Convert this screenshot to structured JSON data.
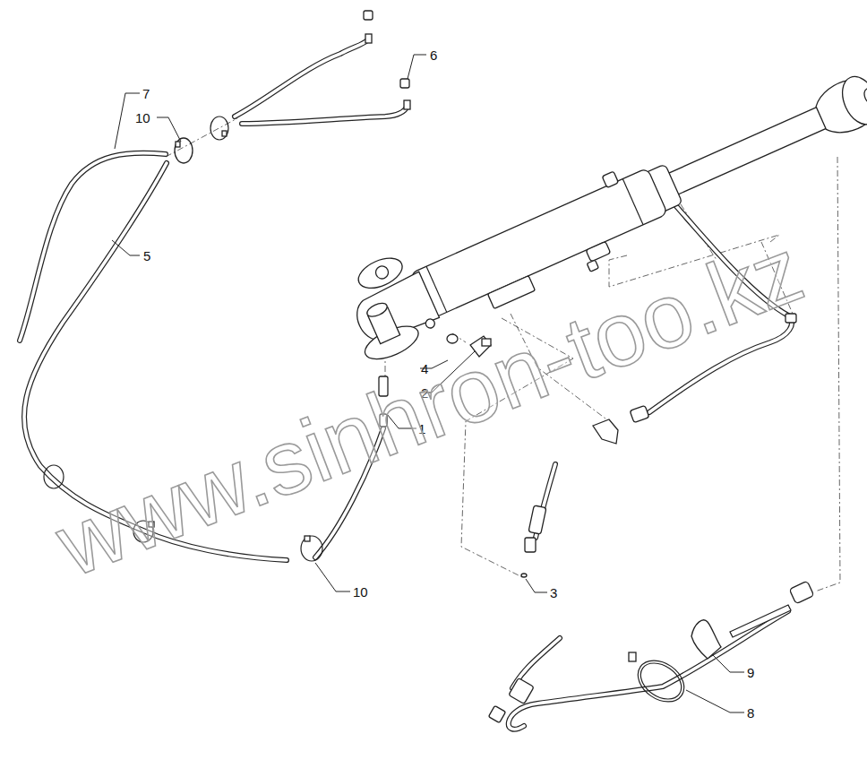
{
  "diagram": {
    "labels": [
      "6",
      "7",
      "10",
      "5",
      "4",
      "2",
      "1",
      "10",
      "3",
      "9",
      "8",
      "www.sinhron-too.kz"
    ]
  }
}
